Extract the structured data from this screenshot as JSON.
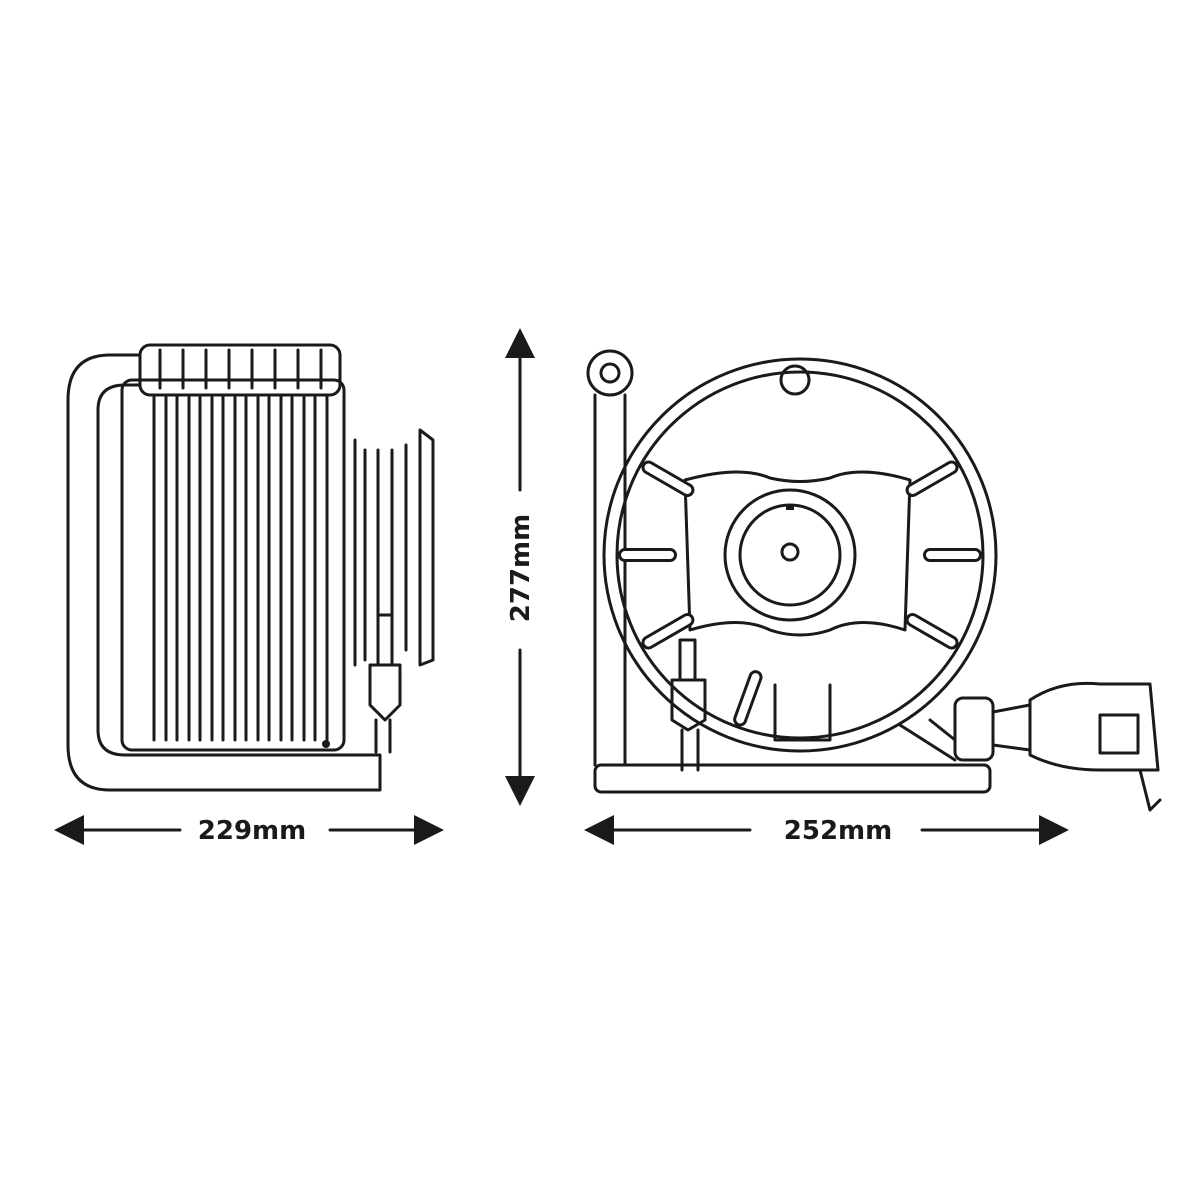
{
  "dimensions": {
    "depth": "229mm",
    "height": "277mm",
    "width": "252mm"
  },
  "colors": {
    "line": "#1a1a1a",
    "background": "#ffffff"
  }
}
